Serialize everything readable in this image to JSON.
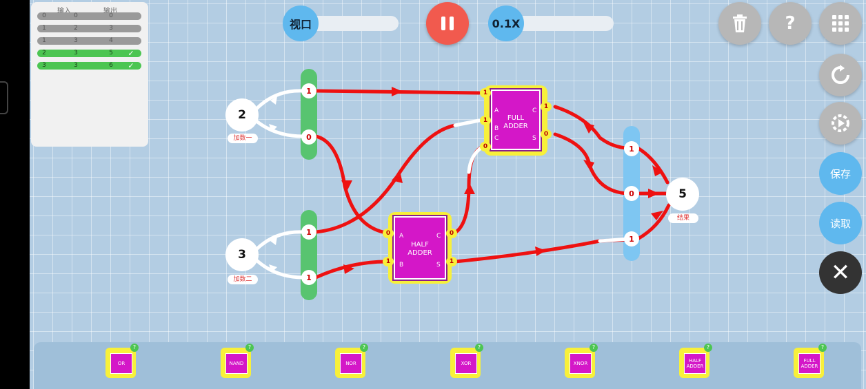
{
  "truth_table": {
    "headers": [
      "输入",
      "输出"
    ],
    "rows": [
      {
        "a": "0",
        "b": "0",
        "out": "0",
        "passed": false
      },
      {
        "a": "1",
        "b": "2",
        "out": "3",
        "passed": false
      },
      {
        "a": "1",
        "b": "3",
        "out": "4",
        "passed": false
      },
      {
        "a": "2",
        "b": "3",
        "out": "5",
        "passed": true
      },
      {
        "a": "3",
        "b": "3",
        "out": "6",
        "passed": true
      }
    ],
    "check_glyph": "✓"
  },
  "toolbar": {
    "viewport_label": "视口",
    "speed_label": "0.1X"
  },
  "right_buttons": {
    "save_label": "保存",
    "load_label": "读取",
    "close_glyph": "✕",
    "help_glyph": "?"
  },
  "circuit": {
    "input_a": {
      "value": "2",
      "label": "加数一"
    },
    "input_b": {
      "value": "3",
      "label": "加数二"
    },
    "output": {
      "value": "5",
      "label": "结果"
    },
    "bus_a_pins": [
      "1",
      "0"
    ],
    "bus_b_pins": [
      "1",
      "1"
    ],
    "bus_out_pins": [
      "1",
      "0",
      "1"
    ],
    "half_adder": {
      "title_line1": "HALF",
      "title_line2": "ADDER",
      "in_a": "0",
      "in_b": "1",
      "out_c": "0",
      "out_s": "1",
      "label_a": "A",
      "label_b": "B",
      "label_c": "C",
      "label_s": "S"
    },
    "full_adder": {
      "title_line1": "FULL",
      "title_line2": "ADDER",
      "in_a": "1",
      "in_b": "1",
      "in_c": "0",
      "out_c": "1",
      "out_s": "0",
      "label_a": "A",
      "label_b": "B",
      "label_c": "C",
      "label_cout": "C",
      "label_s": "S"
    },
    "colors": {
      "wire_on": "#ee1111",
      "wire_off": "#ffffff",
      "bus_green": "#58c470",
      "bus_blue": "#7ec6f2"
    }
  },
  "toolbox": {
    "items": [
      {
        "label": "OR",
        "help": "?"
      },
      {
        "label": "NAND",
        "help": "?"
      },
      {
        "label": "NOR",
        "help": "?"
      },
      {
        "label": "XOR",
        "help": "?"
      },
      {
        "label": "XNOR",
        "help": "?"
      },
      {
        "label": "HALF ADDER",
        "help": "?"
      },
      {
        "label": "FULL ADDER",
        "help": "?"
      }
    ]
  },
  "icons": {
    "trash": "trash-icon",
    "help": "help-icon",
    "menu": "grid-menu-icon",
    "refresh": "refresh-icon",
    "settings": "play-gear-icon"
  }
}
